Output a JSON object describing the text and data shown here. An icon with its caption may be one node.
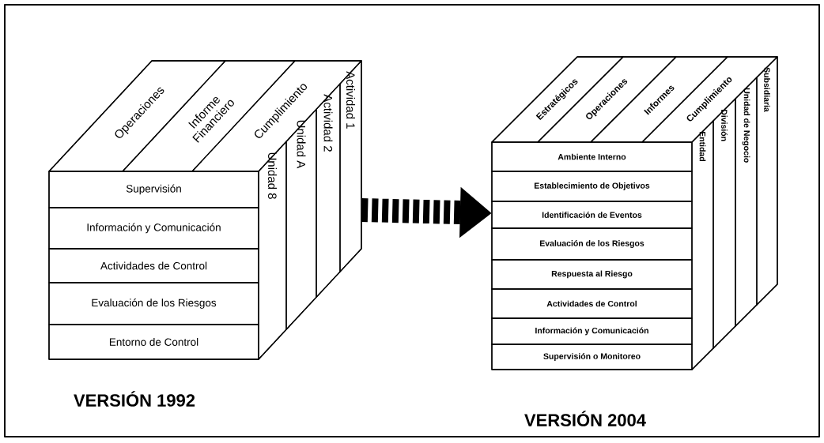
{
  "diagram": {
    "nodes": [
      {
        "text": [
          "VERSIÓN 1992"
        ]
      },
      {
        "text": [
          "Supervisión"
        ],
        "in": 0
      },
      {
        "text": [
          "Información y Comunicación"
        ],
        "in": 0
      },
      {
        "text": [
          "Actividades de Control"
        ],
        "in": 0
      },
      {
        "text": [
          "Evaluación de los Riesgos"
        ],
        "in": 0
      },
      {
        "text": [
          "Entorno de Control"
        ],
        "in": 0
      },
      {
        "text": [
          "Operaciones"
        ],
        "in": 0
      },
      {
        "text": [
          "Informe Financiero"
        ],
        "in": 0
      },
      {
        "text": [
          "Cumplimiento"
        ],
        "in": 0
      },
      {
        "text": [
          "Unidad 8"
        ],
        "in": 0
      },
      {
        "text": [
          "Unidad A"
        ],
        "in": 0
      },
      {
        "text": [
          "Actividad 2"
        ],
        "in": 0
      },
      {
        "text": [
          "Actividad 1"
        ],
        "in": 0
      },
      {
        "text": [
          "VERSIÓN 2004"
        ]
      },
      {
        "text": [
          "Ambiente Interno"
        ],
        "in": 13
      },
      {
        "text": [
          "Establecimiento de Objetivos"
        ],
        "in": 13
      },
      {
        "text": [
          "Identificación de Eventos"
        ],
        "in": 13
      },
      {
        "text": [
          "Evaluación de los Riesgos"
        ],
        "in": 13
      },
      {
        "text": [
          "Respuesta al Riesgo"
        ],
        "in": 13
      },
      {
        "text": [
          "Actividades de Control"
        ],
        "in": 13
      },
      {
        "text": [
          "Información y Comunicación"
        ],
        "in": 13
      },
      {
        "text": [
          "Supervisión o Monitoreo"
        ],
        "in": 13
      },
      {
        "text": [
          "Estratégicos"
        ],
        "in": 13
      },
      {
        "text": [
          "Operaciones"
        ],
        "in": 13
      },
      {
        "text": [
          "Informes"
        ],
        "in": 13
      },
      {
        "text": [
          "Cumplimiento"
        ],
        "in": 13
      },
      {
        "text": [
          "Entidad"
        ],
        "in": 13
      },
      {
        "text": [
          "División"
        ],
        "in": 13
      },
      {
        "text": [
          "Unidad de Negocio"
        ],
        "in": 13
      },
      {
        "text": [
          "Subsidiaria"
        ],
        "in": 13
      }
    ],
    "edges": [
      {
        "from": 0,
        "to": 13,
        "arrow": "to"
      }
    ]
  }
}
